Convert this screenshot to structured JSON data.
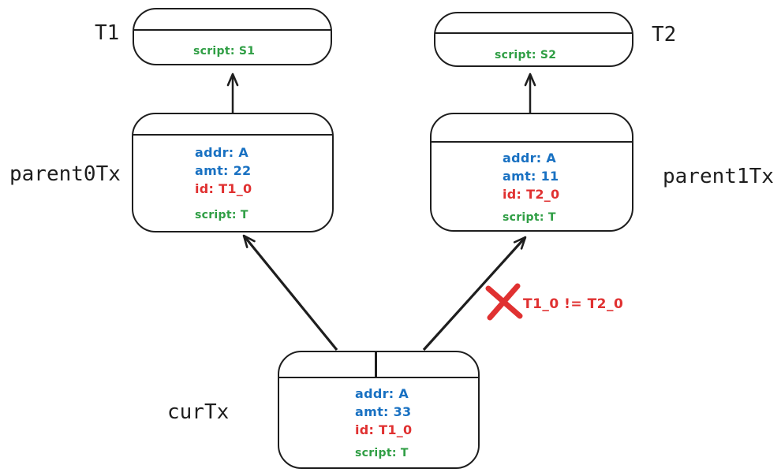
{
  "colors": {
    "ink": "#1e1e1e",
    "blue": "#1971c2",
    "red": "#e03131",
    "green": "#2f9e44"
  },
  "nodes": {
    "t1": {
      "label": "T1",
      "script": "script: S1"
    },
    "t2": {
      "label": "T2",
      "script": "script: S2"
    },
    "parent0": {
      "label": "parent0Tx",
      "addr": "addr: A",
      "amt": "amt: 22",
      "id": "id: T1_0",
      "script": "script: T"
    },
    "parent1": {
      "label": "parent1Tx",
      "addr": "addr: A",
      "amt": "amt: 11",
      "id": "id: T2_0",
      "script": "script: T"
    },
    "cur": {
      "label": "curTx",
      "addr": "addr: A",
      "amt": "amt: 33",
      "id": "id: T1_0",
      "script": "script: T"
    }
  },
  "annotations": {
    "conflict": "T1_0 != T2_0"
  }
}
